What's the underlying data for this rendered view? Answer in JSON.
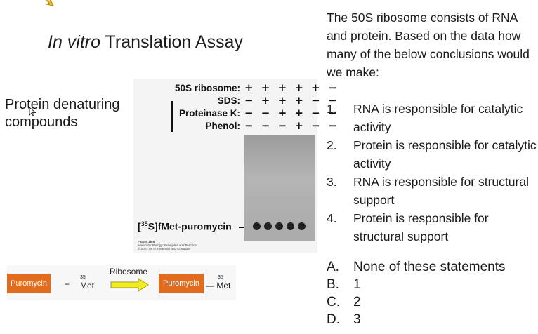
{
  "slide": {
    "title_italic": "In vitro",
    "title_rest": "Translation Assay",
    "side_label": "Protein denaturing compounds",
    "question": "The 50S ribosome consists of RNA and protein.  Based on the data how many of the below conclusions would we make:"
  },
  "figure": {
    "row_labels": [
      "50S ribosome:",
      "SDS:",
      "Proteinase K:",
      "Phenol:"
    ],
    "row_signs": [
      "+ + + + + −",
      "− + + + − −",
      "− − + + − −",
      "− − − + − −"
    ],
    "band_label_prefix": "[",
    "band_label_sup": "35",
    "band_label_rest": "S]fMet-puromycin",
    "caption_line1": "Figure 18-8",
    "caption_line2": "Molecular Biology: Principles and Practice",
    "caption_line3": "© 2012 W. H. Freeman and Company"
  },
  "reaction": {
    "reactant_box": "Puromycin",
    "plus": "+",
    "met_sup": "35",
    "met": "Met",
    "arrow_label": "Ribosome",
    "product_box": "Puromycin",
    "product_met_sup": "35",
    "product_met": "— Met"
  },
  "conclusions": [
    {
      "num": "1.",
      "text": "RNA is responsible for catalytic activity"
    },
    {
      "num": "2.",
      "text": "Protein is responsible for catalytic activity"
    },
    {
      "num": "3.",
      "text": "RNA is responsible for structural support"
    },
    {
      "num": "4.",
      "text": "Protein is responsible for structural support"
    }
  ],
  "answers": [
    {
      "letter": "A.",
      "text": "None of these statements"
    },
    {
      "letter": "B.",
      "text": "1"
    },
    {
      "letter": "C.",
      "text": "2"
    },
    {
      "letter": "D.",
      "text": "3"
    }
  ],
  "colors": {
    "puromycin_box": "#e26b1e",
    "reaction_arrow": "#f2ec1a",
    "corner_arrow": "#f2c21a"
  }
}
